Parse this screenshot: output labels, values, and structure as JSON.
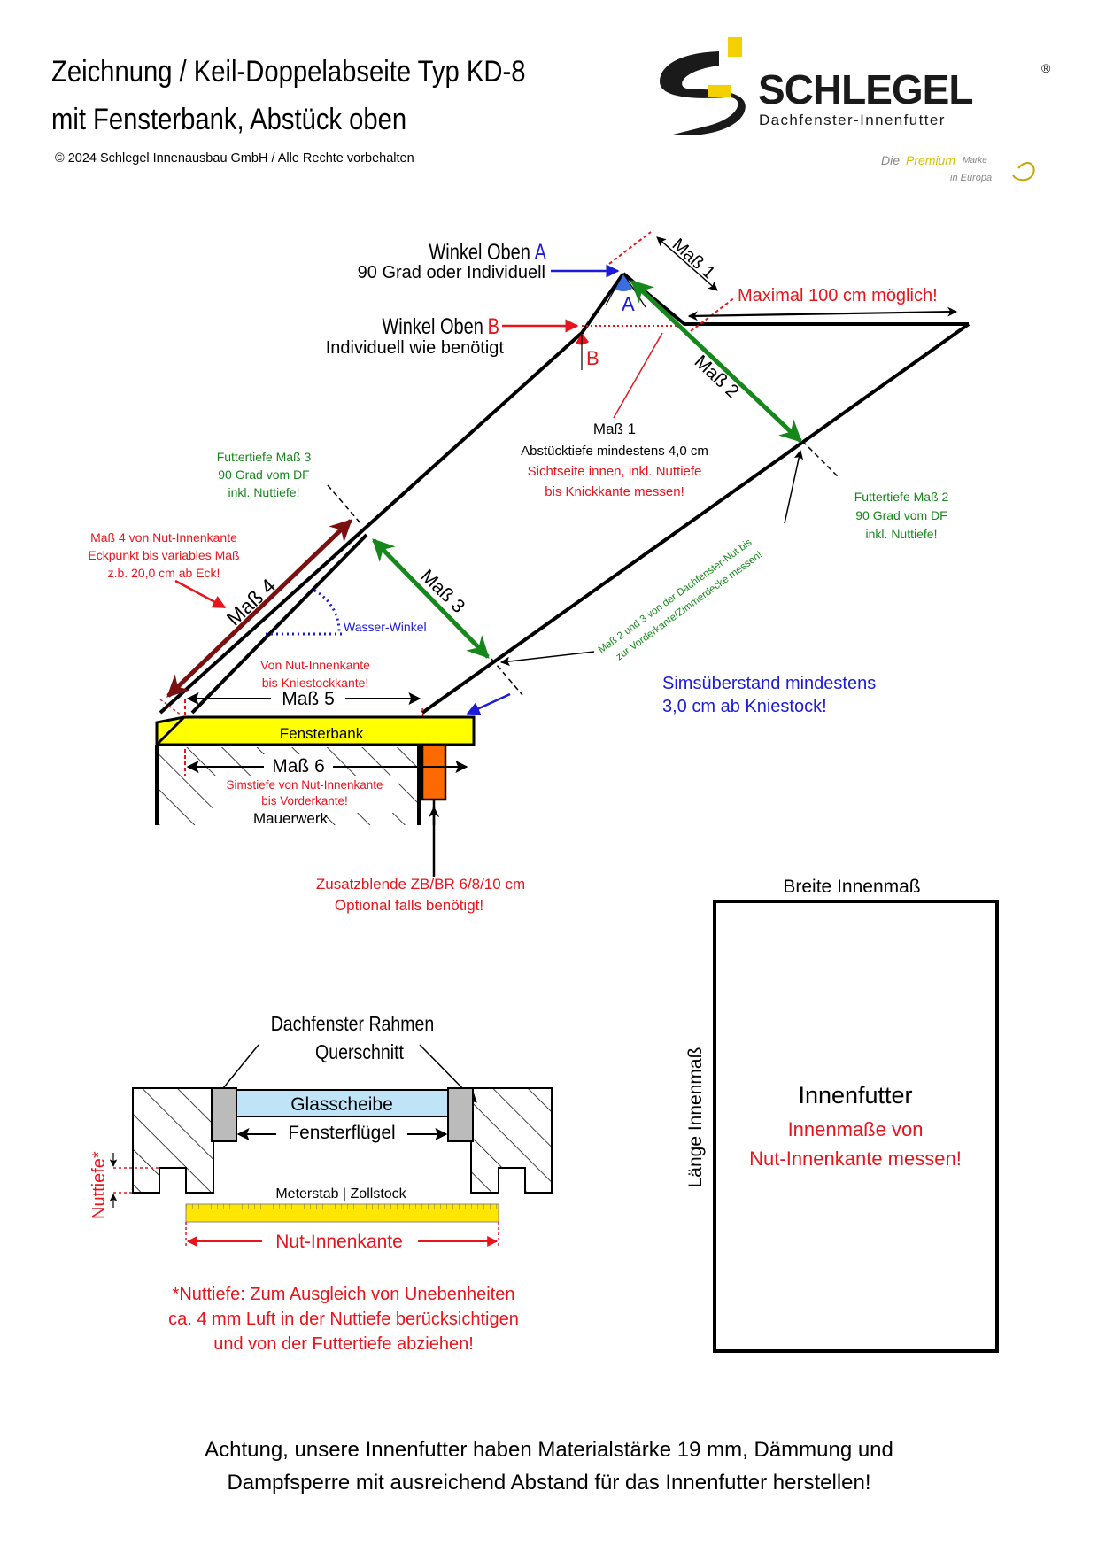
{
  "header": {
    "title_line1": "Zeichnung / Keil-Doppelabseite Typ KD-8",
    "title_line2": "mit Fensterbank, Abstück oben",
    "copyright": "© 2024 Schlegel Innenausbau GmbH / Alle Rechte vorbehalten"
  },
  "logo": {
    "brand": "SCHLEGEL",
    "registered": "®",
    "subtitle": "Dachfenster-Innenfutter",
    "tagline_1": "Die",
    "tagline_2": "Premium",
    "tagline_3": "Marke",
    "tagline_4": "in Europa",
    "brand_color": "#1a1a1a",
    "accent_color": "#f5d000"
  },
  "section_view": {
    "winkel_a_title": "Winkel Oben",
    "winkel_a_letter": "A",
    "winkel_a_sub": "90 Grad oder Individuell",
    "winkel_b_title": "Winkel Oben",
    "winkel_b_letter": "B",
    "winkel_b_sub": "Individuell wie benötigt",
    "mass1_dim": "Maß 1",
    "max_note": "Maximal 100 cm möglich!",
    "mass2_dim": "Maß 2",
    "mass1_note_title": "Maß 1",
    "mass1_note_l1": "Abstücktiefe mindestens 4,0 cm",
    "mass1_note_l2": "Sichtseite innen, inkl. Nuttiefe",
    "mass1_note_l3": "bis Knickkante messen!",
    "ft3_l1": "Futtertiefe Maß 3",
    "ft3_l2": "90 Grad vom DF",
    "ft3_l3": "inkl. Nuttiefe!",
    "ft2_l1": "Futtertiefe Maß 2",
    "ft2_l2": "90 Grad vom DF",
    "ft2_l3": "inkl. Nuttiefe!",
    "mass4_note_l1": "Maß 4 von Nut-Innenkante",
    "mass4_note_l2": "Eckpunkt bis variables Maß",
    "mass4_note_l3": "z.b. 20,0 cm ab Eck!",
    "mass4_dim": "Maß 4",
    "mass3_dim": "Maß 3",
    "wasser": "Wasser-Winkel",
    "diag_note_l1": "Maß 2 und 3 von der Dachfenster-Nut bis",
    "diag_note_l2": "zur Vorderkante/Zimmerdecke messen!",
    "mass5_note_l1": "Von Nut-Innenkante",
    "mass5_note_l2": "bis Kniestockkante!",
    "mass5_dim": "Maß 5",
    "sims_l1": "Simsüberstand mindestens",
    "sims_l2": "3,0 cm ab Kniestock!",
    "fensterbank": "Fensterbank",
    "mass6_dim": "Maß 6",
    "mass6_note_l1": "Simstiefe von Nut-Innenkante",
    "mass6_note_l2": "bis Vorderkante!",
    "mauerwerk": "Mauerwerk",
    "zusatz_l1": "Zusatzblende ZB/BR 6/8/10 cm",
    "zusatz_l2": "Optional falls benötigt!"
  },
  "cross_section": {
    "rahmen_l1": "Dachfenster Rahmen",
    "rahmen_l2": "Querschnitt",
    "glas": "Glasscheibe",
    "fluegel": "Fensterflügel",
    "meterstab": "Meterstab | Zollstock",
    "nut_innenkante": "Nut-Innenkante",
    "nuttiefe": "Nuttiefe*",
    "note_l1": "*Nuttiefe: Zum Ausgleich von Unebenheiten",
    "note_l2": "ca. 4 mm Luft in der Nuttiefe berücksichtigen",
    "note_l3": "und von der Futtertiefe abziehen!"
  },
  "box": {
    "breite": "Breite Innenmaß",
    "laenge": "Länge Innenmaß",
    "title": "Innenfutter",
    "sub_l1": "Innenmaße von",
    "sub_l2": "Nut-Innenkante messen!"
  },
  "footer": {
    "line1": "Achtung, unsere Innenfutter haben Materialstärke 19 mm, Dämmung und",
    "line2": "Dampfsperre mit ausreichend Abstand für das Innenfutter herstellen!"
  },
  "colors": {
    "red": "#e8141b",
    "green": "#16871b",
    "blue": "#1b1bd8",
    "darkred": "#7a1010",
    "yellow": "#ffff00",
    "orange": "#ff6a00",
    "glass": "#bfe3f7"
  }
}
